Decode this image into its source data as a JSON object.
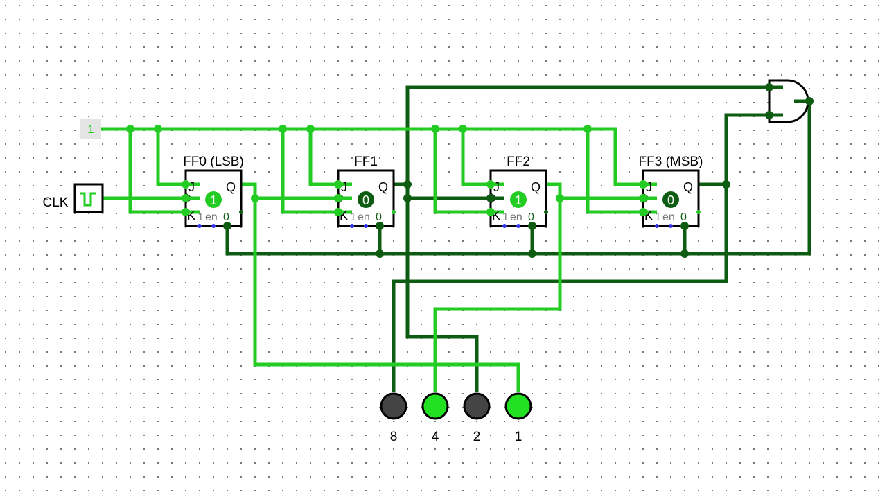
{
  "app": {
    "type": "logic-circuit-simulator"
  },
  "colors": {
    "wire_high": "#22cc22",
    "wire_low": "#0d5c12",
    "component_stroke": "#000000",
    "led_on": "#22e022",
    "led_off": "#444444",
    "grid_dot": "#777777",
    "pin_blue": "#3333ee",
    "const_bg": "#e4e4e4"
  },
  "constant": {
    "value": "1",
    "state": "high"
  },
  "clock": {
    "label": "CLK",
    "icon": "square-wave-icon",
    "state": "high"
  },
  "flip_flops": [
    {
      "id": "ff0",
      "title": "FF0 (LSB)",
      "state": "1",
      "q_high": true,
      "pins": {
        "j": "J",
        "k": "K",
        "q": "Q"
      },
      "bottom": {
        "one": "1",
        "en": "en",
        "zero": "0"
      }
    },
    {
      "id": "ff1",
      "title": "FF1",
      "state": "0",
      "q_high": false,
      "pins": {
        "j": "J",
        "k": "K",
        "q": "Q"
      },
      "bottom": {
        "one": "1",
        "en": "en",
        "zero": "0"
      }
    },
    {
      "id": "ff2",
      "title": "FF2",
      "state": "1",
      "q_high": true,
      "pins": {
        "j": "J",
        "k": "K",
        "q": "Q"
      },
      "bottom": {
        "one": "1",
        "en": "en",
        "zero": "0"
      }
    },
    {
      "id": "ff3",
      "title": "FF3 (MSB)",
      "state": "0",
      "q_high": false,
      "pins": {
        "j": "J",
        "k": "K",
        "q": "Q"
      },
      "bottom": {
        "one": "1",
        "en": "en",
        "zero": "0"
      }
    }
  ],
  "and_gate": {
    "inputs": 2,
    "output_high": false
  },
  "leds": [
    {
      "label": "8",
      "on": false
    },
    {
      "label": "4",
      "on": true
    },
    {
      "label": "2",
      "on": false
    },
    {
      "label": "1",
      "on": true
    }
  ]
}
